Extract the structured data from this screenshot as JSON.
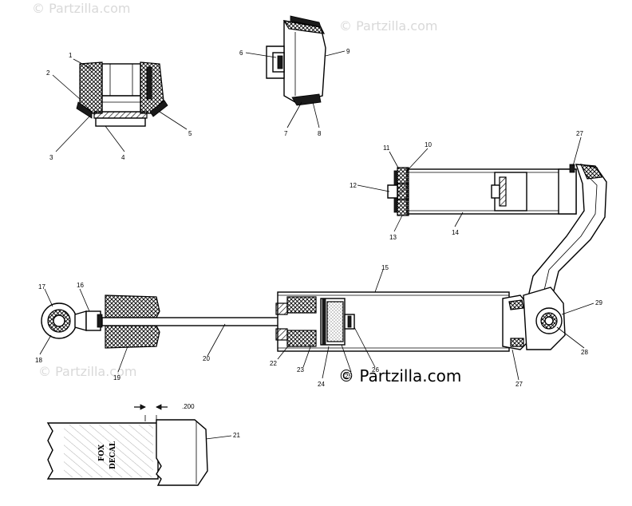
{
  "watermarks": {
    "top_left": "© Partzilla.com",
    "top_right": "© Partzilla.com",
    "mid_left": "© Partzilla.com",
    "center": "© Partzilla.com"
  },
  "callouts": [
    "1",
    "2",
    "3",
    "4",
    "5",
    "6",
    "7",
    "8",
    "9",
    "10",
    "11",
    "12",
    "13",
    "14",
    "15",
    "16",
    "17",
    "18",
    "19",
    "20",
    "21",
    "22",
    "23",
    "24",
    "25",
    "26",
    "27",
    "27",
    "28",
    "29"
  ],
  "dimension_label": ".200",
  "decal_text": [
    "FOX",
    "DECAL"
  ]
}
